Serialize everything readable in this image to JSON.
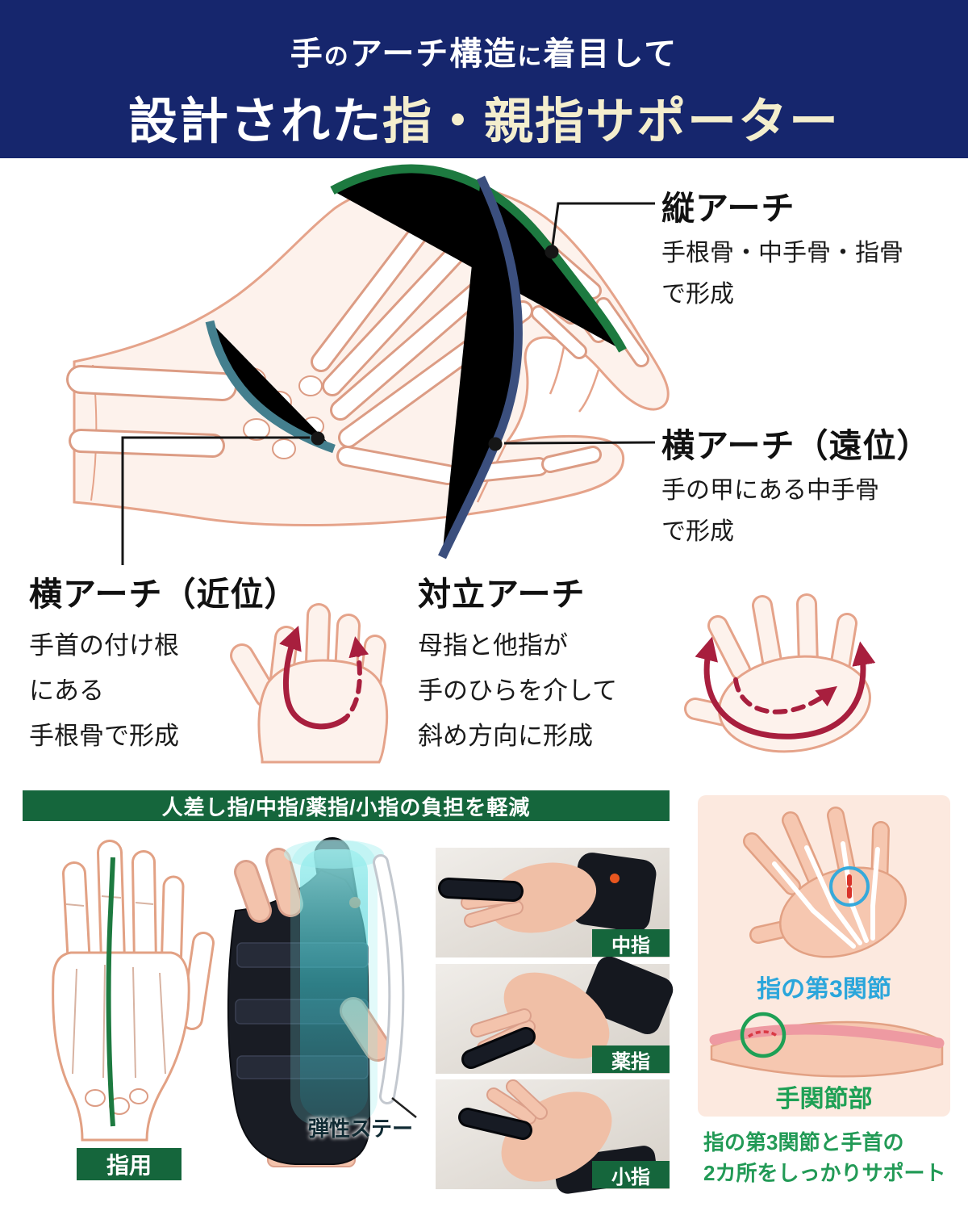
{
  "header": {
    "line1": [
      {
        "t": "手"
      },
      {
        "t": "の"
      },
      {
        "t": "アーチ構造"
      },
      {
        "t": "に"
      },
      {
        "t": "着目して"
      }
    ],
    "line2_prefix": "設計された",
    "line2_accent": "指・親指サポーター"
  },
  "arches": {
    "vertical": {
      "title": "縦アーチ",
      "desc1": "手根骨・中手骨・指骨",
      "desc2": "で形成"
    },
    "distal": {
      "title": "横アーチ（遠位）",
      "desc1": "手の甲にある中手骨",
      "desc2": "で形成"
    },
    "proximal": {
      "title": "横アーチ（近位）",
      "desc1": "手首の付け根",
      "desc2": "にある",
      "desc3": "手根骨で形成"
    },
    "opposition": {
      "title": "対立アーチ",
      "desc1": "母指と他指が",
      "desc2": "手のひらを介して",
      "desc3": "斜め方向に形成"
    }
  },
  "relief_banner": "人差し指/中指/薬指/小指の負担を軽減",
  "finger_use_label": "指用",
  "stay_label": "弾性ステー",
  "photos": [
    {
      "label": "中指"
    },
    {
      "label": "薬指"
    },
    {
      "label": "小指"
    }
  ],
  "support_panel": {
    "joint_label": "指の第3関節",
    "wrist_label": "手関節部",
    "note1": "指の第3関節と手首の",
    "note2": "2カ所をしっかりサポート"
  },
  "colors": {
    "header_bg": "#16266d",
    "accent_cream": "#f4eecd",
    "arch_green": "#1d7a40",
    "arch_teal": "#447f8e",
    "arch_navy": "#3b4f7e",
    "arrow_red": "#a81f3e",
    "banner_green": "#15663c",
    "panel_pink": "#fce9df",
    "joint_blue": "#2ba6db",
    "wrist_green": "#1ea055"
  }
}
